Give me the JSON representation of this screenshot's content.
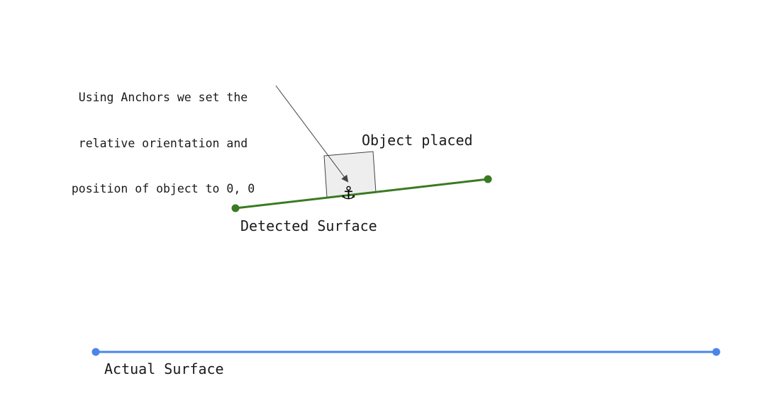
{
  "annotation": {
    "lines": [
      "Using Anchors we set the",
      "relative orientation and",
      "position of object to 0, 0"
    ]
  },
  "labels": {
    "object": "Object placed",
    "detected_surface": "Detected Surface",
    "actual_surface": "Actual Surface"
  },
  "icons": {
    "anchor": "⚓"
  },
  "colors": {
    "detected_surface": "#3a7a22",
    "actual_surface": "#4a86e8",
    "object_fill": "#eeeeee",
    "object_stroke": "#444444",
    "arrow": "#444444"
  }
}
